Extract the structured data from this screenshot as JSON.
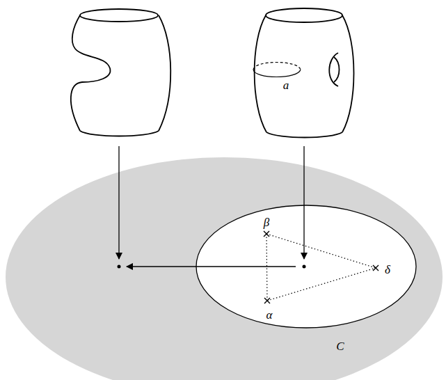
{
  "diagram": {
    "labels": [
      "a",
      "β",
      "α",
      "δ",
      "C"
    ]
  }
}
